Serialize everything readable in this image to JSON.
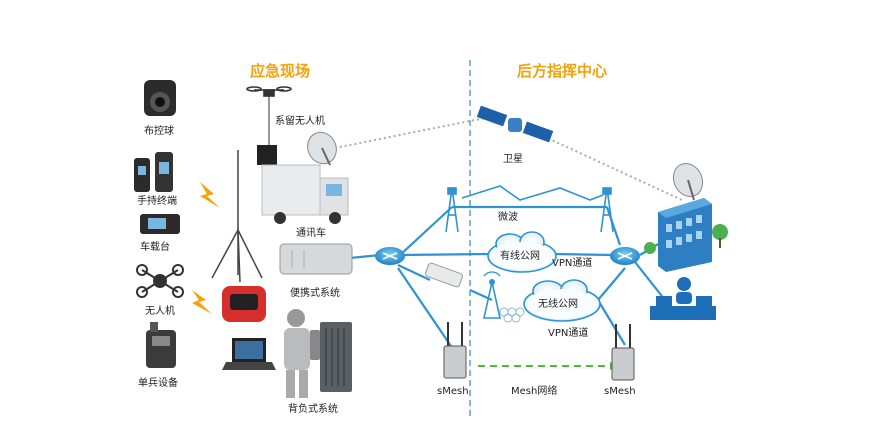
{
  "sections": {
    "left": "应急现场",
    "right": "后方指挥中心"
  },
  "devices": {
    "ptz_ball": "布控球",
    "handheld": "手持终端",
    "vehicle_terminal": "车载台",
    "drone": "无人机",
    "soldier_device": "单兵设备"
  },
  "field": {
    "tethered_drone": "系留无人机",
    "comm_vehicle": "通讯车",
    "portable_system": "便携式系统",
    "backpack_system": "背负式系统"
  },
  "links": {
    "satellite": "卫星",
    "microwave": "微波",
    "wired_public": "有线公网",
    "vpn_wired": "VPN通道",
    "wireless_public": "无线公网",
    "vpn_wireless": "VPN通道",
    "smesh_left": "sMesh",
    "smesh_right": "sMesh",
    "mesh_network": "Mesh网络"
  },
  "colors": {
    "accent": "#f2a20a",
    "link_blue": "#2e93d1",
    "mesh_green": "#4cbb3a",
    "divider": "#2a8fb0"
  }
}
